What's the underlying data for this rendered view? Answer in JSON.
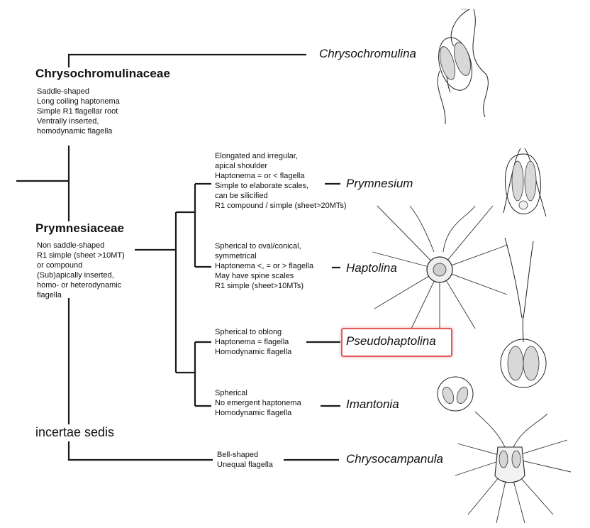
{
  "families": {
    "chrysochromulinaceae": {
      "name": "Chrysochromulinaceae",
      "traits": [
        "Saddle-shaped",
        "Long coiling haptonema",
        "Simple R1 flagellar root",
        "Ventrally inserted,",
        "homodynamic flagella"
      ]
    },
    "prymnesiaceae": {
      "name": "Prymnesiaceae",
      "traits": [
        "Non saddle-shaped",
        "R1 simple (sheet >10MT)",
        "or compound",
        "(Sub)apically inserted,",
        "homo- or heterodynamic",
        "flagella"
      ]
    },
    "incertae": {
      "name": "incertae sedis"
    }
  },
  "genera": {
    "chrysochromulina": {
      "name": "Chrysochromulina"
    },
    "prymnesium": {
      "name": "Prymnesium",
      "traits": [
        "Elongated and irregular,",
        "apical shoulder",
        "Haptonema = or < flagella",
        "Simple to elaborate scales,",
        "can be silicified",
        "R1 compound / simple (sheet>20MTs)"
      ]
    },
    "haptolina": {
      "name": "Haptolina",
      "traits": [
        "Spherical to oval/conical,",
        "symmetrical",
        "Haptonema <, = or > flagella",
        "May have spine scales",
        "R1 simple (sheet>10MTs)"
      ]
    },
    "pseudohaptolina": {
      "name": "Pseudohaptolina",
      "highlighted": true,
      "traits": [
        "Spherical to oblong",
        "Haptonema = flagella",
        "Homodynamic flagella"
      ]
    },
    "imantonia": {
      "name": "Imantonia",
      "traits": [
        "Spherical",
        "No emergent haptonema",
        "Homodynamic flagella"
      ]
    },
    "chrysocampanula": {
      "name": "Chrysocampanula",
      "traits": [
        "Bell-shaped",
        "Unequal flagella"
      ]
    }
  },
  "colors": {
    "lines": "#1a1a1a",
    "highlight": "#e05a5a"
  }
}
